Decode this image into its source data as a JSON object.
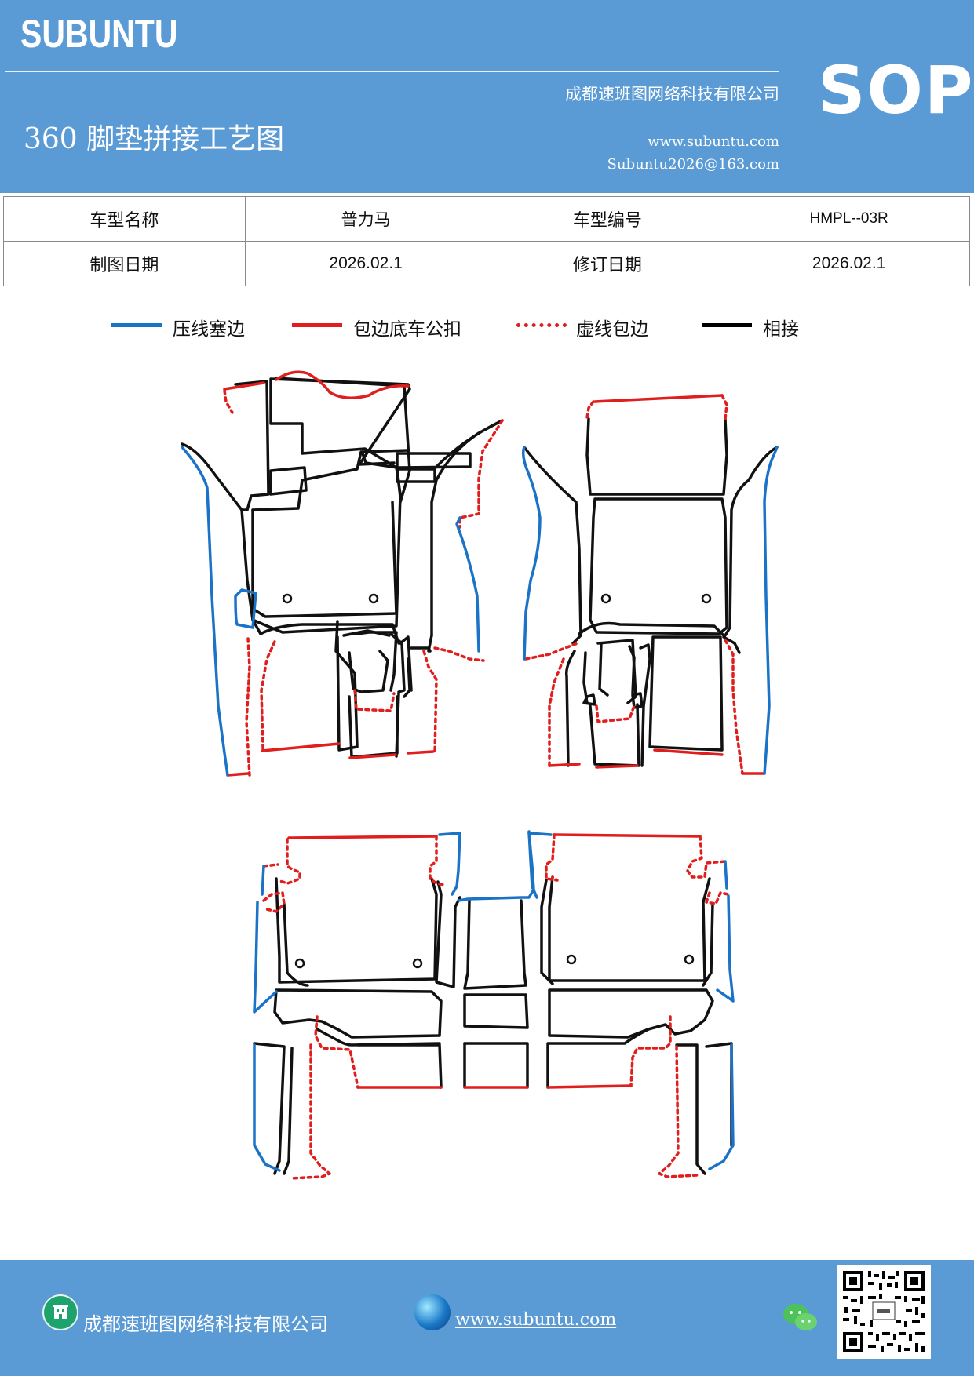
{
  "header": {
    "brand": "SUBUNTU",
    "company": "成都速班图网络科技有限公司",
    "title": "360 脚垫拼接工艺图",
    "website": "www.subuntu.com",
    "email": "Subuntu2026@163.com",
    "badge": "SOP"
  },
  "info_table": {
    "rows": [
      {
        "label1": "车型名称",
        "value1": "普力马",
        "label2": "车型编号",
        "value2": "HMPL--03R"
      },
      {
        "label1": "制图日期",
        "value1": "2026.02.1",
        "label2": "修订日期",
        "value2": "2026.02.1"
      }
    ]
  },
  "legend": {
    "items": [
      {
        "label": "压线塞边",
        "color": "#1a73c6",
        "style": "solid"
      },
      {
        "label": "包边底车公扣",
        "color": "#e01e1e",
        "style": "solid"
      },
      {
        "label": "虚线包边",
        "color": "#e01e1e",
        "style": "dotted"
      },
      {
        "label": "相接",
        "color": "#000000",
        "style": "solid"
      }
    ]
  },
  "footer": {
    "company": "成都速班图网络科技有限公司",
    "website": "www.subuntu.com",
    "icons": [
      "building-icon",
      "globe-icon",
      "wechat-icon",
      "qr-code"
    ]
  }
}
